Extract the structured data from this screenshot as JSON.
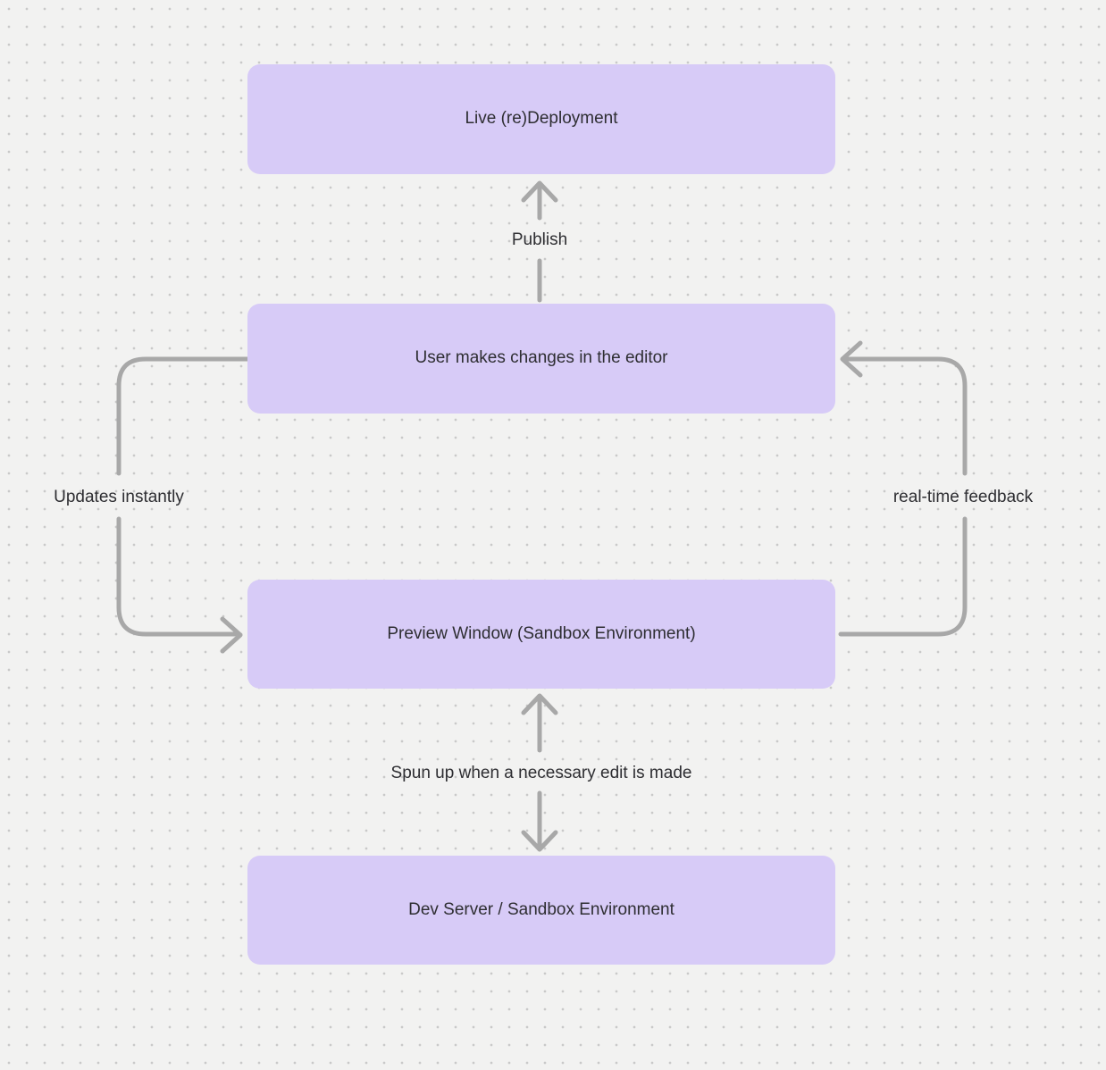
{
  "diagram": {
    "nodes": [
      {
        "id": "live-redeployment",
        "label": "Live (re)Deployment"
      },
      {
        "id": "user-editor",
        "label": "User makes changes in the editor"
      },
      {
        "id": "preview-window",
        "label": "Preview Window (Sandbox Environment)"
      },
      {
        "id": "dev-server",
        "label": "Dev Server / Sandbox Environment"
      }
    ],
    "edge_labels": {
      "publish": "Publish",
      "updates_instantly": "Updates instantly",
      "realtime_feedback": "real-time feedback",
      "spun_up": "Spun up when a necessary edit is made"
    },
    "colors": {
      "canvas_bg": "#f2f2f1",
      "dot": "#c9c9c9",
      "node_fill": "#d7cbf7",
      "arrow": "#a8a8a8",
      "text": "#2e2e32"
    }
  }
}
